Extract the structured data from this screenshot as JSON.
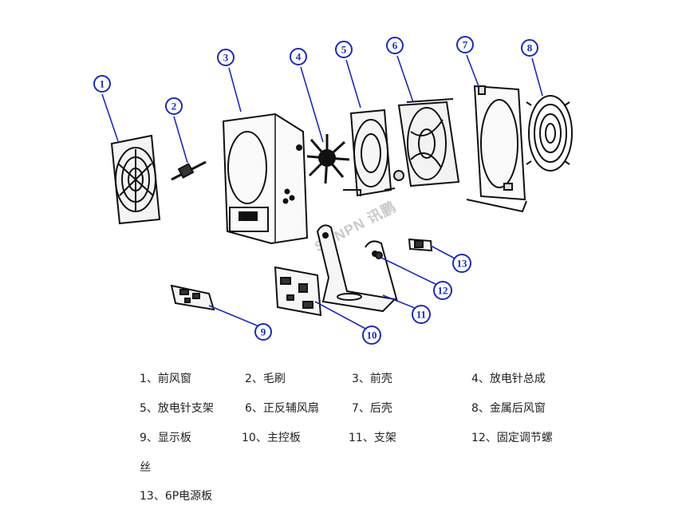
{
  "watermark": "SONPN 讯鹏",
  "callouts": [
    "1",
    "2",
    "3",
    "4",
    "5",
    "6",
    "7",
    "8",
    "9",
    "10",
    "11",
    "12",
    "13"
  ],
  "legend": {
    "row1": [
      "1、前风窗",
      "2、毛刷",
      "3、前壳",
      "4、放电针总成"
    ],
    "row2": [
      "5、放电针支架",
      "6、正反辅风扇",
      "7、后壳",
      "8、金属后风窗"
    ],
    "row3": [
      "9、显示板",
      "10、主控板",
      "11、支架",
      "12、固定调节螺"
    ],
    "row4": [
      "丝"
    ],
    "row5": [
      "13、6P电源板"
    ]
  }
}
